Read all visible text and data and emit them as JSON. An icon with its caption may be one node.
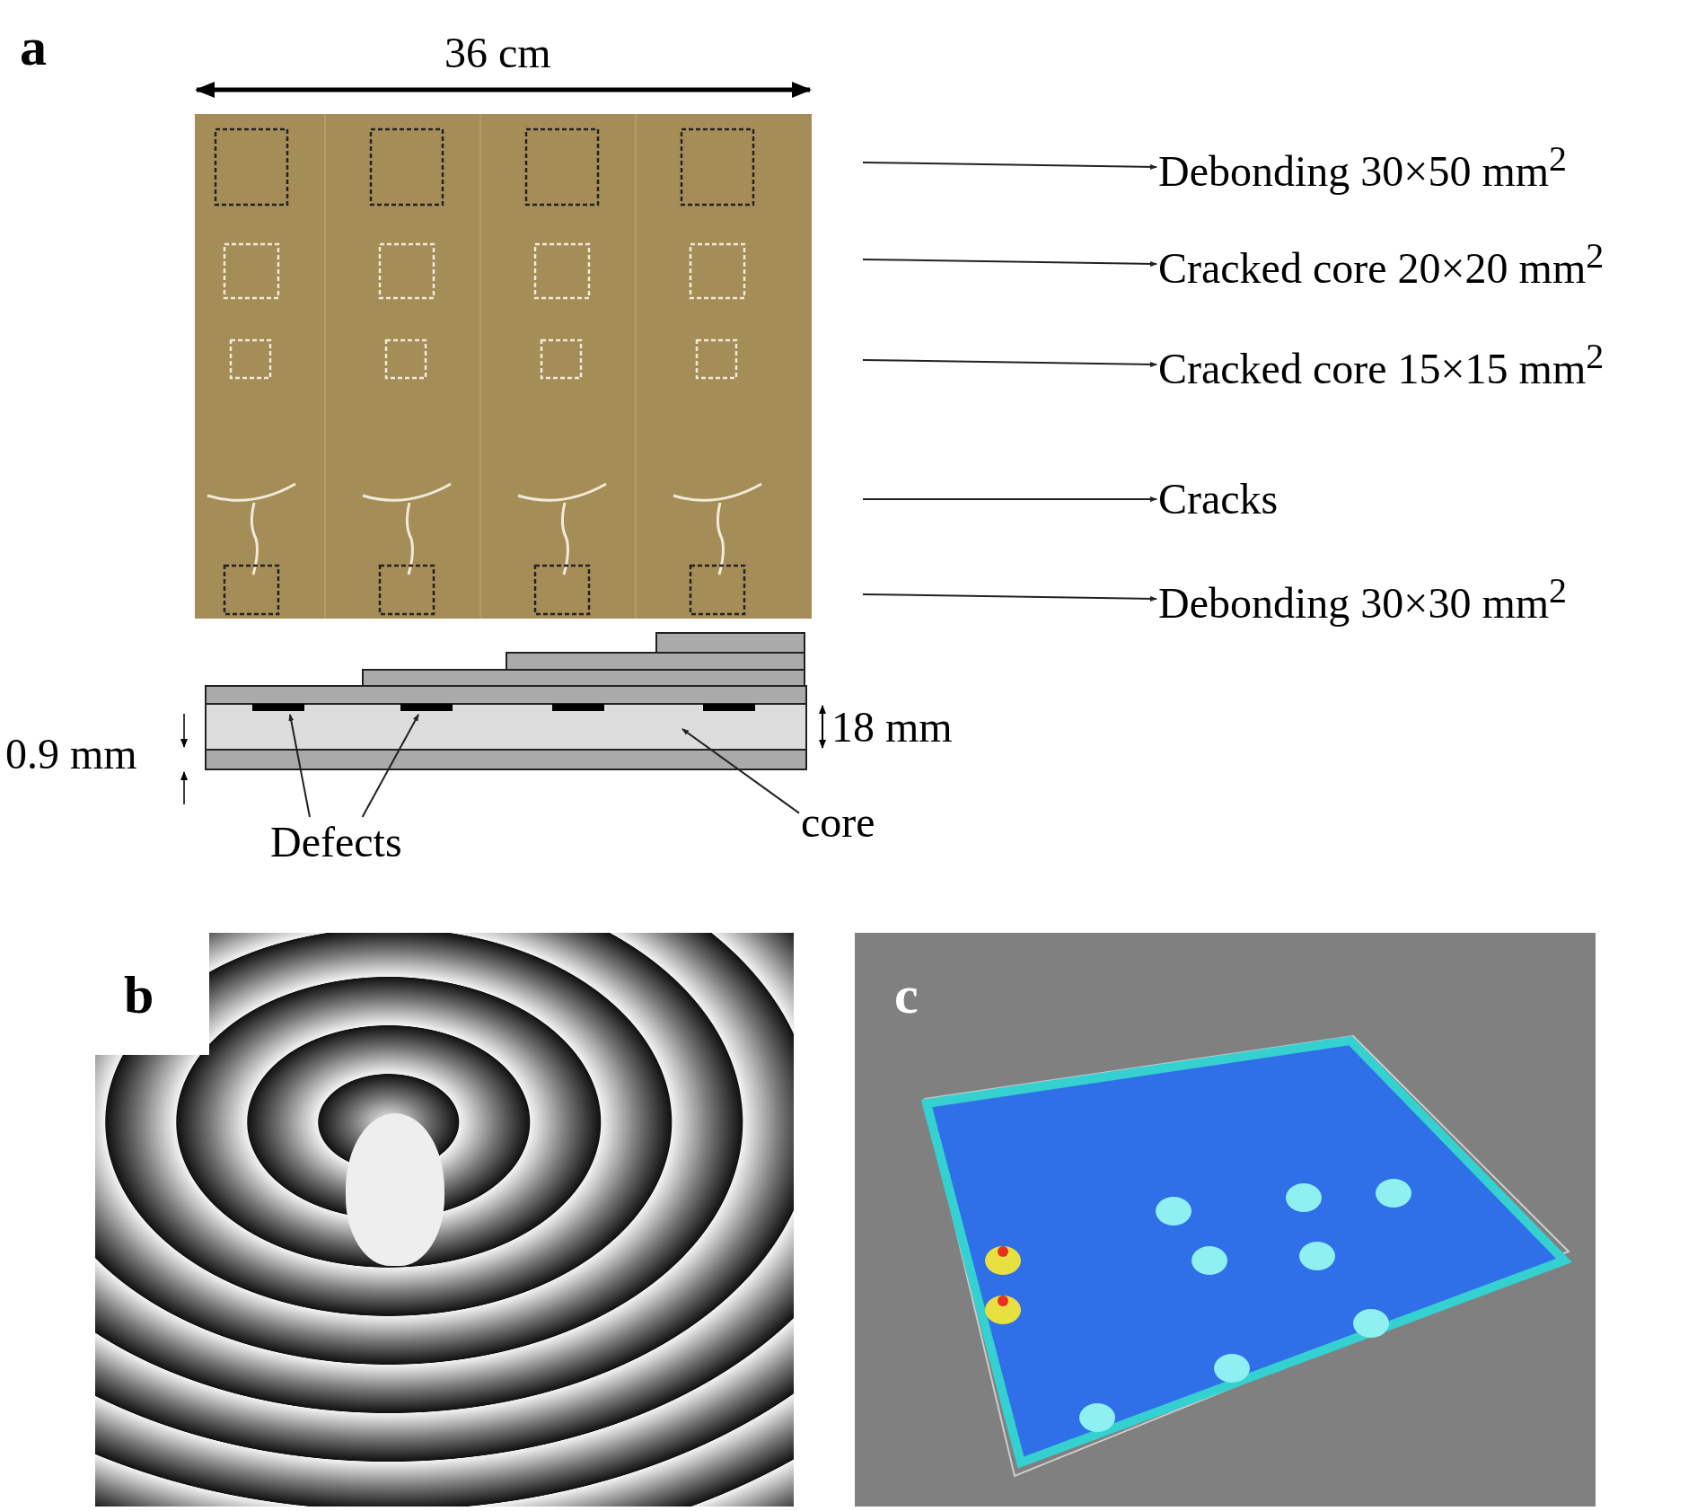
{
  "diagram": {
    "nodes": [
      {
        "text": [
          "Debonding 30×50 mm$^{2}$"
        ]
      },
      {
        "text": [
          "Cracked core 20×20 mm$^{2}$"
        ]
      },
      {
        "text": [
          "Cracked core 15×15 mm$^{2}$"
        ]
      },
      {
        "text": [
          "Cracks"
        ]
      },
      {
        "text": [
          "Debonding 30×30 mm$^{2}$"
        ]
      },
      {
        "text": [
          "Defects"
        ]
      },
      {
        "text": [
          "core"
        ]
      }
    ],
    "edges": [
      {
        "from": null,
        "to": 0,
        "arrow": "to"
      },
      {
        "from": null,
        "to": 1,
        "arrow": "to"
      },
      {
        "from": null,
        "to": 2,
        "arrow": "to"
      },
      {
        "from": null,
        "to": 3,
        "arrow": "to"
      },
      {
        "from": null,
        "to": 4,
        "arrow": "to"
      },
      {
        "from": 5,
        "to": null,
        "arrow": "to"
      },
      {
        "from": 5,
        "to": null,
        "arrow": "to"
      },
      {
        "from": 6,
        "to": null,
        "arrow": "to"
      }
    ],
    "labels": [
      "a",
      "36 cm",
      "18 mm",
      "0.9 mm",
      "b",
      "c"
    ]
  }
}
